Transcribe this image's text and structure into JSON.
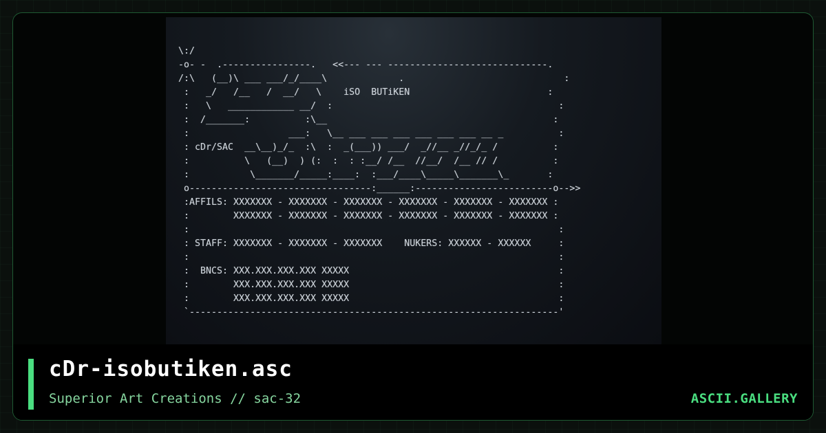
{
  "art": {
    "lines": [
      "\\:/",
      "-o- -  .----------------.   <<--- --- -----------------------------.",
      "/:\\   (__)\\ ___ ___/_/____\\             .                             :",
      " :   _/   /__   /  __/   \\    iSO  BUTiKEN                         :",
      " :   \\   ____________ __/  :                                         :",
      " :  /_______:          :\\__                                         :",
      " :                  ___:   \\__ ___ ___ ___ ___ ___ ___ __ _          :",
      " : cDr/SAC  __\\__)_/_  :\\  :  _(___)) ___/  _//__ _//_/_ /          :",
      " :          \\   (__)  ) (:  :  : :__/ /__  //__/  /__ // /          :",
      " :           \\_______/_____:____:  :___/____\\_____\\_______\\_       :",
      " o---------------------------------:______:-------------------------o-->>",
      " :AFFILS: XXXXXXX - XXXXXXX - XXXXXXX - XXXXXXX - XXXXXXX - XXXXXXX :",
      " :        XXXXXXX - XXXXXXX - XXXXXXX - XXXXXXX - XXXXXXX - XXXXXXX :",
      " :                                                                   :",
      " : STAFF: XXXXXXX - XXXXXXX - XXXXXXX    NUKERS: XXXXXX - XXXXXX     :",
      " :                                                                   :",
      " :  BNCS: XXX.XXX.XXX.XXX XXXXX                                      :",
      " :        XXX.XXX.XXX.XXX XXXXX                                      :",
      " :        XXX.XXX.XXX.XXX XXXXX                                      :",
      " `-------------------------------------------------------------------'"
    ]
  },
  "footer": {
    "title": "cDr-isobutiken.asc",
    "subtitle": "Superior Art Creations // sac-32",
    "brand": "ASCII.GALLERY"
  },
  "colors": {
    "accent": "#4ade80",
    "subtitle": "#86d69f",
    "background": "#030504"
  }
}
